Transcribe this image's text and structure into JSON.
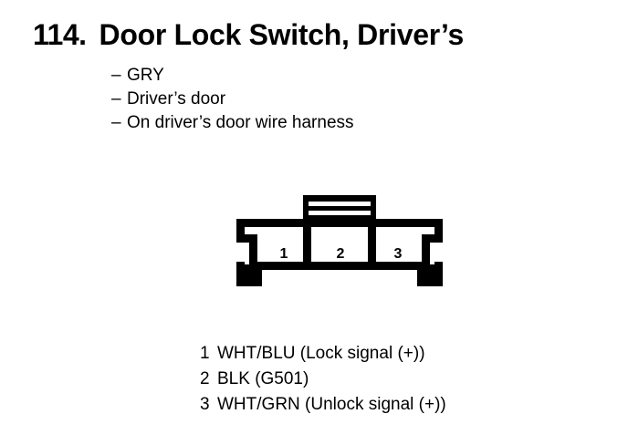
{
  "page": {
    "background_color": "#ffffff",
    "ink_color": "#000000"
  },
  "title": {
    "number": "114.",
    "text": "Door Lock Switch, Driver’s"
  },
  "attributes": {
    "bullet": "–",
    "items": [
      {
        "label": "GRY"
      },
      {
        "label": "Driver’s door"
      },
      {
        "label": "On driver’s door wire harness"
      }
    ]
  },
  "connector": {
    "pin_count": 3,
    "pins": [
      {
        "number": "1"
      },
      {
        "number": "2"
      },
      {
        "number": "3"
      }
    ]
  },
  "pin_legend": [
    {
      "number": "1",
      "description": "WHT/BLU (Lock signal (+))"
    },
    {
      "number": "2",
      "description": "BLK (G501)"
    },
    {
      "number": "3",
      "description": "WHT/GRN (Unlock signal (+))"
    }
  ]
}
